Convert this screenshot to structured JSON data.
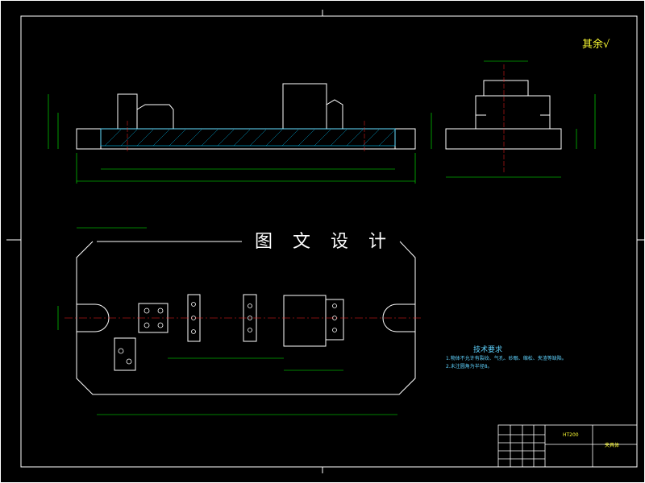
{
  "drawing": {
    "watermark": "图 文 设 计",
    "roughness_note": "其余√",
    "tech_requirements": {
      "title": "技术要求",
      "lines": [
        "1.物体不允许有裂纹、气孔、砂眼、缩松、夹渣等缺陷。",
        "2.未注圆角为半径8。"
      ]
    },
    "title_block": {
      "part_name": "夹具体",
      "material": "HT200"
    },
    "colors": {
      "background": "#000000",
      "border": "#ffffff",
      "outline": "#ffffff",
      "dimension": "#00ff00",
      "centerline": "#ff2020",
      "hatch": "#00c8ff",
      "text": "#ffff33"
    }
  }
}
